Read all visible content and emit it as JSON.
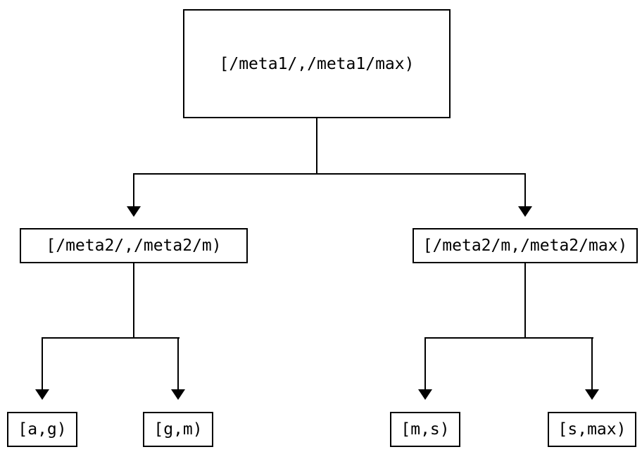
{
  "diagram": {
    "type": "tree",
    "nodes": {
      "root": {
        "label": "[/meta1/,/meta1/max)"
      },
      "left": {
        "label": "[/meta2/,/meta2/m)"
      },
      "right": {
        "label": "[/meta2/m,/meta2/max)"
      },
      "leaf_ag": {
        "label": "[a,g)"
      },
      "leaf_gm": {
        "label": "[g,m)"
      },
      "leaf_ms": {
        "label": "[m,s)"
      },
      "leaf_smax": {
        "label": "[s,max)"
      }
    },
    "edges": [
      {
        "from": "root",
        "to": "left"
      },
      {
        "from": "root",
        "to": "right"
      },
      {
        "from": "left",
        "to": "leaf_ag"
      },
      {
        "from": "left",
        "to": "leaf_gm"
      },
      {
        "from": "right",
        "to": "leaf_ms"
      },
      {
        "from": "right",
        "to": "leaf_smax"
      }
    ],
    "colors": {
      "background": "#ffffff",
      "box_fill": "#ffffff",
      "box_border": "#000000",
      "line": "#000000",
      "text": "#000000"
    }
  }
}
